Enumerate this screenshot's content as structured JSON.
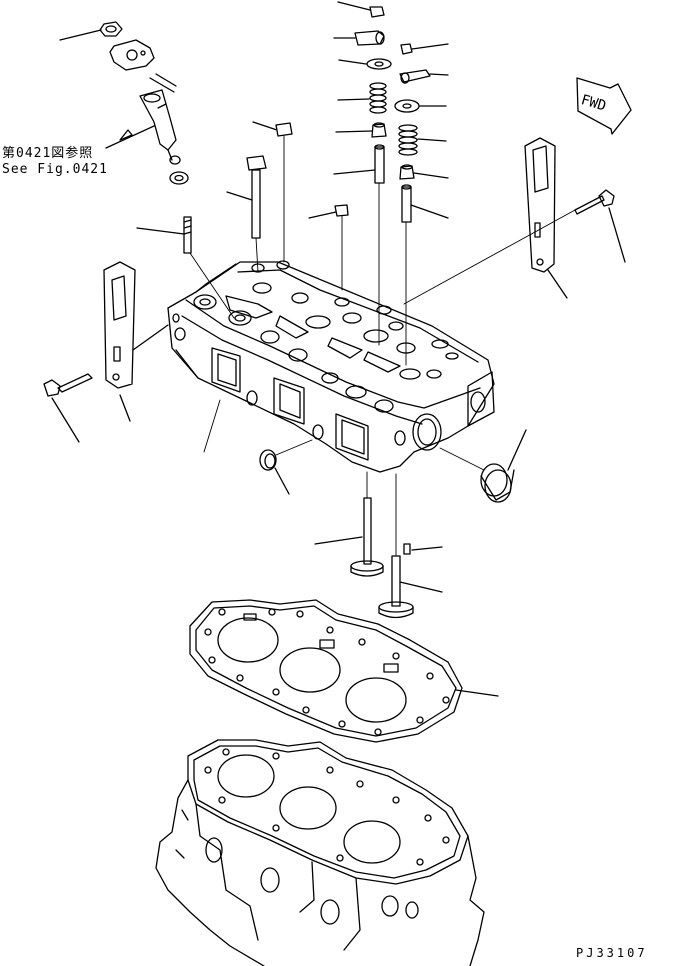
{
  "reference": {
    "japanese": "第0421図参照",
    "english": "See Fig.0421"
  },
  "direction_marker": "FWD",
  "figure_code": "PJ33107"
}
